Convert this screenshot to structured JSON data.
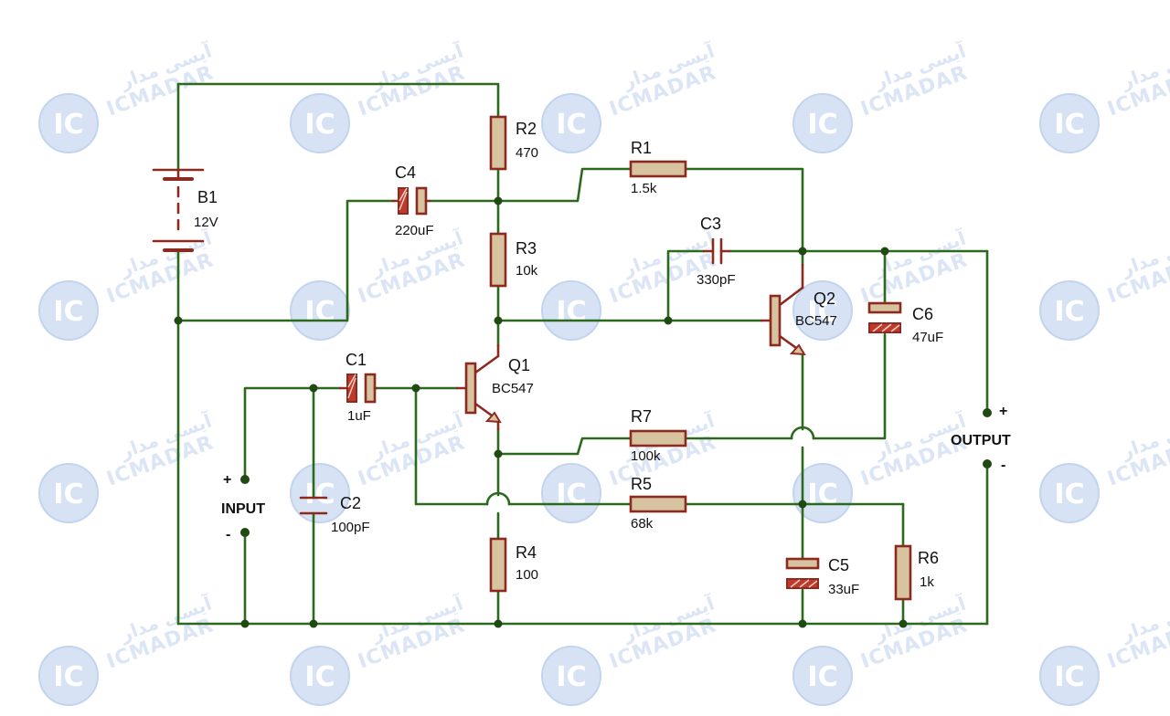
{
  "watermark": {
    "latin": "ICMADAR",
    "persian": "آیسی مدار",
    "badge": "IC"
  },
  "components": {
    "B1": {
      "ref": "B1",
      "value": "12V"
    },
    "R1": {
      "ref": "R1",
      "value": "1.5k"
    },
    "R2": {
      "ref": "R2",
      "value": "470"
    },
    "R3": {
      "ref": "R3",
      "value": "10k"
    },
    "R4": {
      "ref": "R4",
      "value": "100"
    },
    "R5": {
      "ref": "R5",
      "value": "68k"
    },
    "R6": {
      "ref": "R6",
      "value": "1k"
    },
    "R7": {
      "ref": "R7",
      "value": "100k"
    },
    "C1": {
      "ref": "C1",
      "value": "1uF"
    },
    "C2": {
      "ref": "C2",
      "value": "100pF"
    },
    "C3": {
      "ref": "C3",
      "value": "330pF"
    },
    "C4": {
      "ref": "C4",
      "value": "220uF"
    },
    "C5": {
      "ref": "C5",
      "value": "33uF"
    },
    "C6": {
      "ref": "C6",
      "value": "47uF"
    },
    "Q1": {
      "ref": "Q1",
      "value": "BC547"
    },
    "Q2": {
      "ref": "Q2",
      "value": "BC547"
    }
  },
  "terminals": {
    "input": {
      "label": "INPUT",
      "plus": "+",
      "minus": "-"
    },
    "output": {
      "label": "OUTPUT",
      "plus": "+",
      "minus": "-"
    }
  }
}
